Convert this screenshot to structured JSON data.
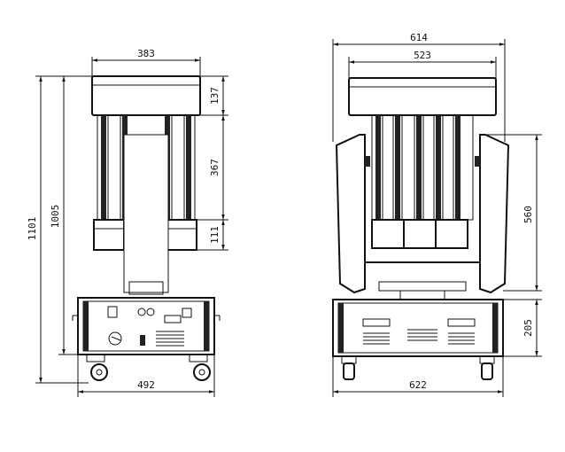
{
  "dimensions": {
    "side_top_width": "383",
    "side_head_height": "137",
    "side_arm_height": "367",
    "side_yoke_base": "111",
    "side_total_height": "1101",
    "side_body_height": "1005",
    "side_base_width": "492",
    "front_total_width": "614",
    "front_top_width": "523",
    "front_yoke_height": "560",
    "front_base_height": "205",
    "front_base_width": "622"
  }
}
